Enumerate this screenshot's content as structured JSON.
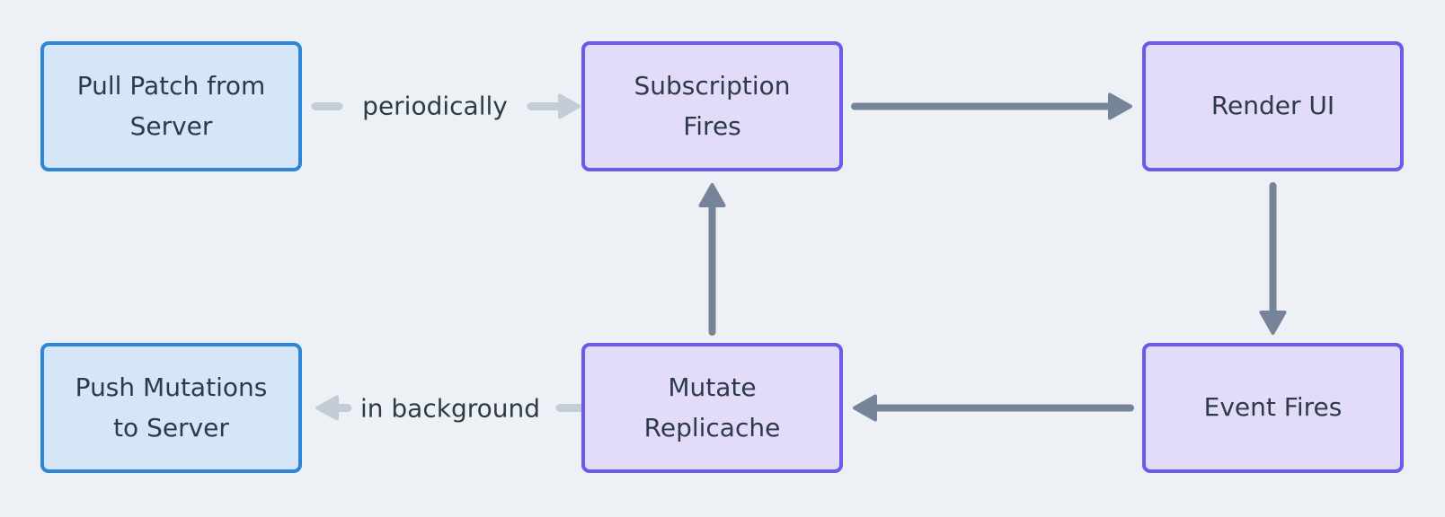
{
  "diagram": {
    "nodes": [
      {
        "id": "pull-patch-from-server",
        "label": "Pull Patch from\nServer",
        "color": "blue"
      },
      {
        "id": "subscription-fires",
        "label": "Subscription\nFires",
        "color": "purple"
      },
      {
        "id": "render-ui",
        "label": "Render UI",
        "color": "purple"
      },
      {
        "id": "push-mutations-to-server",
        "label": "Push Mutations\nto Server",
        "color": "blue"
      },
      {
        "id": "mutate-replicache",
        "label": "Mutate\nReplicache",
        "color": "purple"
      },
      {
        "id": "event-fires",
        "label": "Event Fires",
        "color": "purple"
      }
    ],
    "edges": [
      {
        "from": "pull-patch-from-server",
        "to": "subscription-fires",
        "label": "periodically",
        "style": "light"
      },
      {
        "from": "subscription-fires",
        "to": "render-ui",
        "label": "",
        "style": "dark"
      },
      {
        "from": "render-ui",
        "to": "event-fires",
        "label": "",
        "style": "dark"
      },
      {
        "from": "event-fires",
        "to": "mutate-replicache",
        "label": "",
        "style": "dark"
      },
      {
        "from": "mutate-replicache",
        "to": "subscription-fires",
        "label": "",
        "style": "dark"
      },
      {
        "from": "mutate-replicache",
        "to": "push-mutations-to-server",
        "label": "in background",
        "style": "light"
      }
    ],
    "colors": {
      "background": "#edf1f5",
      "blue_fill": "#d4e6f8",
      "blue_border": "#2e86d9",
      "purple_fill": "#e2dcfa",
      "purple_border": "#6c5ae8",
      "dark_arrow": "#76849a",
      "light_arrow": "#c3cdd8",
      "text": "#2d3a47"
    }
  }
}
